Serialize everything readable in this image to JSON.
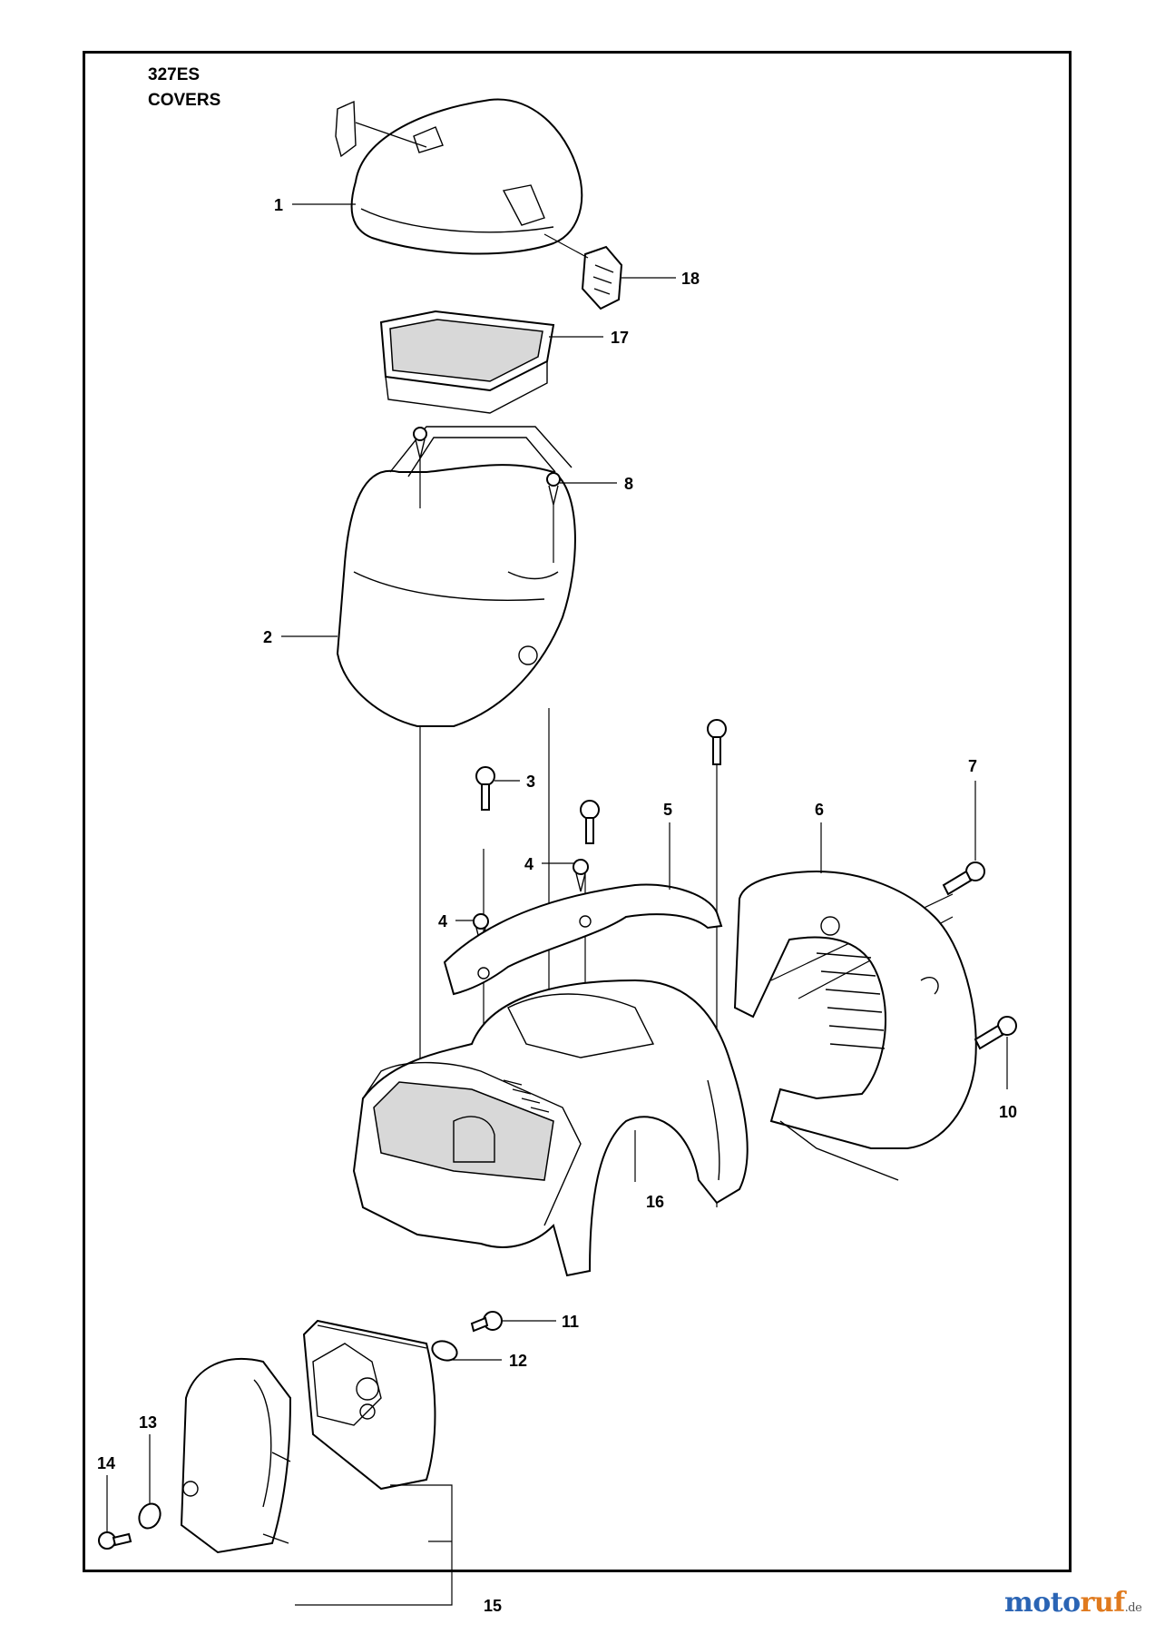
{
  "header": {
    "model": "327ES",
    "section": "COVERS"
  },
  "callouts": [
    {
      "id": "1",
      "label": "1"
    },
    {
      "id": "18",
      "label": "18"
    },
    {
      "id": "17",
      "label": "17"
    },
    {
      "id": "8",
      "label": "8"
    },
    {
      "id": "2",
      "label": "2"
    },
    {
      "id": "3",
      "label": "3"
    },
    {
      "id": "7",
      "label": "7"
    },
    {
      "id": "5",
      "label": "5"
    },
    {
      "id": "6",
      "label": "6"
    },
    {
      "id": "4a",
      "label": "4"
    },
    {
      "id": "4b",
      "label": "4"
    },
    {
      "id": "10",
      "label": "10"
    },
    {
      "id": "16",
      "label": "16"
    },
    {
      "id": "11",
      "label": "11"
    },
    {
      "id": "12",
      "label": "12"
    },
    {
      "id": "13",
      "label": "13"
    },
    {
      "id": "14",
      "label": "14"
    },
    {
      "id": "15",
      "label": "15"
    }
  ],
  "watermark": {
    "brand_part1": "moto",
    "brand_part2": "ruf",
    "suffix": ".de",
    "color1": "#2a64b4",
    "color2": "#e07a1e",
    "suffix_color": "#555555"
  }
}
